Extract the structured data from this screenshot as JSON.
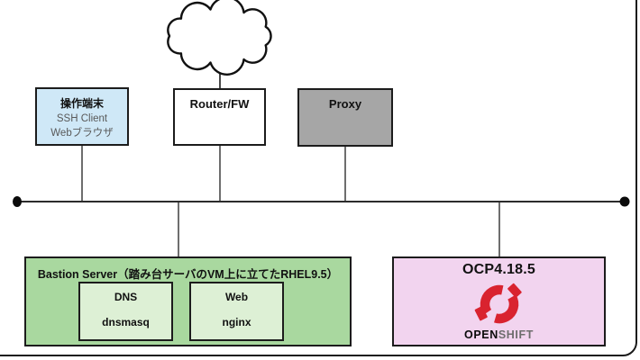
{
  "diagram": {
    "nodes": {
      "terminal": {
        "title": "操作端末",
        "line1": "SSH Client",
        "line2": "Webブラウザ"
      },
      "router": {
        "title": "Router/FW"
      },
      "proxy": {
        "title": "Proxy"
      },
      "bastion": {
        "title": "Bastion Server（踏み台サーバのVM上に立てたRHEL9.5）",
        "dns": {
          "title": "DNS",
          "service": "dnsmasq"
        },
        "web": {
          "title": "Web",
          "service": "nginx"
        }
      },
      "ocp": {
        "title": "OCP4.18.5",
        "brand_bold": "OPEN",
        "brand_light": "SHIFT"
      }
    },
    "icons": {
      "cloud": "internet-cloud-icon",
      "openshift": "openshift-logo-icon"
    }
  },
  "colors": {
    "terminal_fill": "#cfe8f7",
    "proxy_fill": "#a6a6a6",
    "bastion_fill": "#a9d89f",
    "inner_fill": "#ddf0d5",
    "ocp_fill": "#f2d4ef",
    "logo_red": "#d9232f",
    "wire": "#4a4a4a",
    "bus": "#2b2b2b",
    "box_border": "#1c1c1c",
    "frame_border": "#1a1a1a",
    "muted_text": "#595959"
  }
}
